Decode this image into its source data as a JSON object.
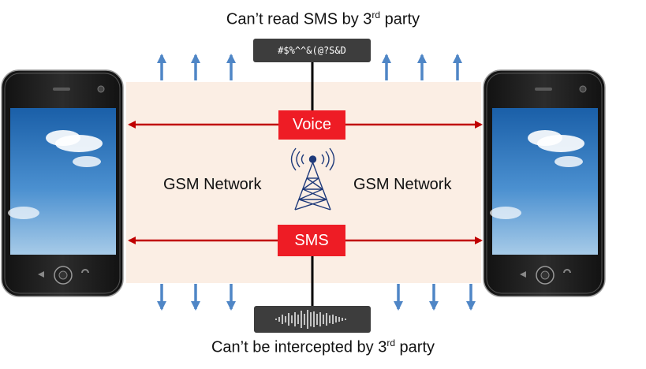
{
  "captions": {
    "top": {
      "prefix": "Can’t read SMS by 3",
      "sup": "rd",
      "suffix": " party"
    },
    "bottom": {
      "prefix": "Can’t be intercepted by 3",
      "sup": "rd",
      "suffix": " party"
    }
  },
  "encrypted_text": "#$%^^&(@?S&D",
  "channels": {
    "voice": "Voice",
    "sms": "SMS"
  },
  "network_labels": {
    "left": "GSM Network",
    "right": "GSM Network"
  },
  "colors": {
    "network_bg": "#fbeee4",
    "link_red": "#c00000",
    "box_red": "#ee1c25",
    "arrow_blue": "#4f86c6",
    "device_dark": "#3d3d3d"
  },
  "icons": [
    "phone-left-icon",
    "phone-right-icon",
    "cell-tower-icon",
    "waveform-icon"
  ]
}
